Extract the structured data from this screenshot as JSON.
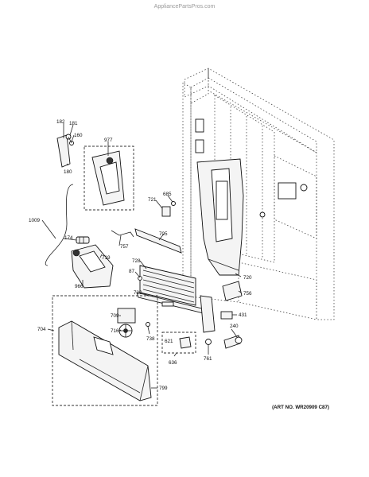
{
  "watermark": "AppliancePartsPros.com",
  "art_number": "(ART NO. WR20909 C87)",
  "callouts": {
    "c182": "182",
    "c181": "181",
    "c160": "160",
    "c180": "180",
    "c977": "977",
    "c1009": "1009",
    "c174": "174",
    "c757": "757",
    "c719": "719",
    "c966": "966",
    "c721": "721",
    "c685": "685",
    "c705": "705",
    "c728": "728",
    "c87": "87",
    "c720": "720",
    "c756": "756",
    "c730": "730",
    "c431": "431",
    "c709": "709",
    "c716": "716",
    "c738": "738",
    "c621": "621",
    "c240": "240",
    "c704": "704",
    "c636": "636",
    "c761": "761",
    "c799": "799"
  }
}
